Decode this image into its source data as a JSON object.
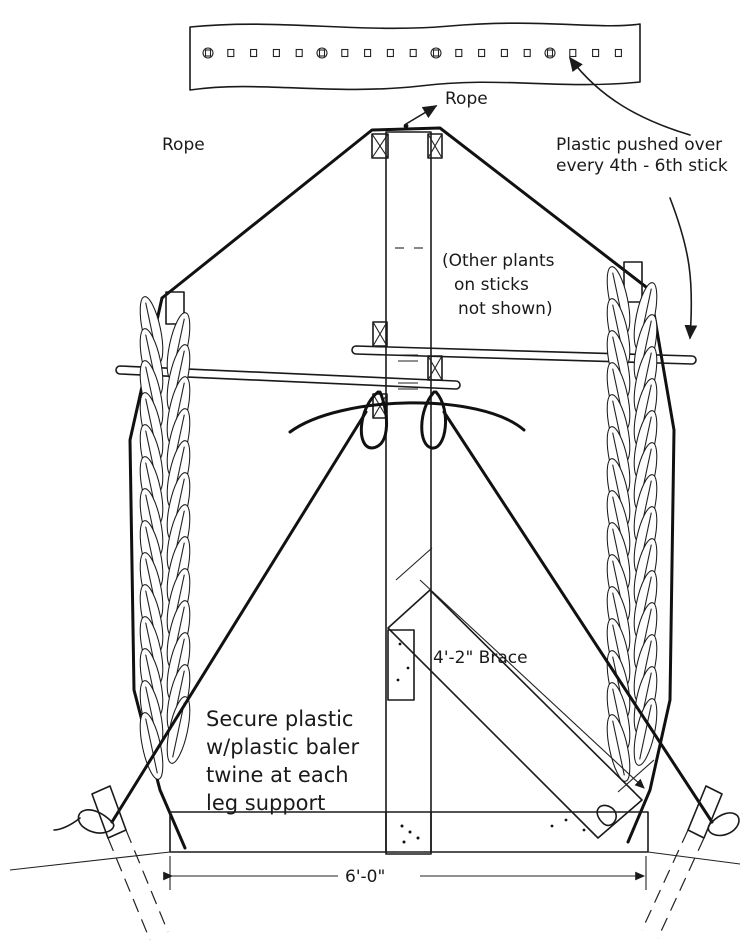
{
  "labels": {
    "rope_top": "Rope",
    "rope_left": "Rope",
    "plastic_pushed_line1": "Plastic pushed over",
    "plastic_pushed_line2": "every 4th - 6th stick",
    "other_plants_line1": "(Other plants",
    "other_plants_line2": "on sticks",
    "other_plants_line3": "not shown)",
    "brace": "4'-2\" Brace",
    "secure_line1": "Secure plastic",
    "secure_line2": "w/plastic baler",
    "secure_line3": "twine at each",
    "secure_line4": "leg support",
    "width_dimension": "6'-0\""
  },
  "icons": [
    "stick-hole-icon",
    "rope-knot-icon",
    "leaf-bundle-icon",
    "ground-stake-icon",
    "arrow-icon"
  ]
}
